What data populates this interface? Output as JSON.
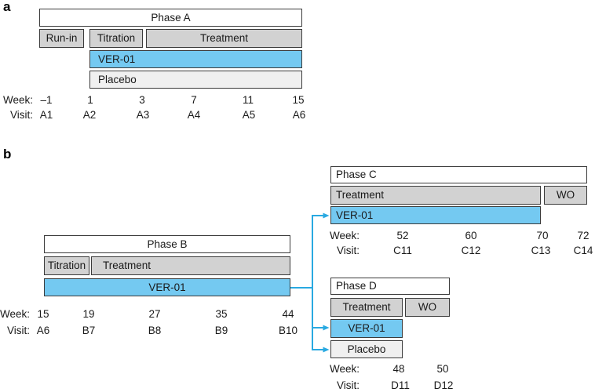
{
  "figure": {
    "colors": {
      "drug_fill": "#74c9f1",
      "stage_fill": "#d2d2d2",
      "placebo_fill": "#f0f0f0",
      "phase_fill": "#ffffff",
      "border": "#3b3b3b",
      "arrow": "#29a9e1"
    },
    "panel_a": {
      "label": "a",
      "phase": "Phase A",
      "stages": [
        "Run-in",
        "Titration",
        "Treatment"
      ],
      "arms": [
        "VER-01",
        "Placebo"
      ],
      "week_label": "Week:",
      "visit_label": "Visit:",
      "weeks": [
        "–1",
        "1",
        "3",
        "7",
        "11",
        "15"
      ],
      "visits": [
        "A1",
        "A2",
        "A3",
        "A4",
        "A5",
        "A6"
      ]
    },
    "panel_b": {
      "label": "b",
      "phase_b": {
        "phase": "Phase B",
        "stages": [
          "Titration",
          "Treatment"
        ],
        "arms": [
          "VER-01"
        ],
        "week_label": "Week:",
        "visit_label": "Visit:",
        "weeks": [
          "15",
          "19",
          "27",
          "35",
          "44"
        ],
        "visits": [
          "A6",
          "B7",
          "B8",
          "B9",
          "B10"
        ]
      },
      "phase_c": {
        "phase": "Phase C",
        "stages": [
          "Treatment",
          "WO"
        ],
        "arms": [
          "VER-01"
        ],
        "week_label": "Week:",
        "visit_label": "Visit:",
        "weeks": [
          "52",
          "60",
          "70",
          "72"
        ],
        "visits": [
          "C11",
          "C12",
          "C13",
          "C14"
        ]
      },
      "phase_d": {
        "phase": "Phase D",
        "stages": [
          "Treatment",
          "WO"
        ],
        "arms": [
          "VER-01",
          "Placebo"
        ],
        "week_label": "Week:",
        "visit_label": "Visit:",
        "weeks": [
          "48",
          "50"
        ],
        "visits": [
          "D11",
          "D12"
        ]
      }
    }
  }
}
